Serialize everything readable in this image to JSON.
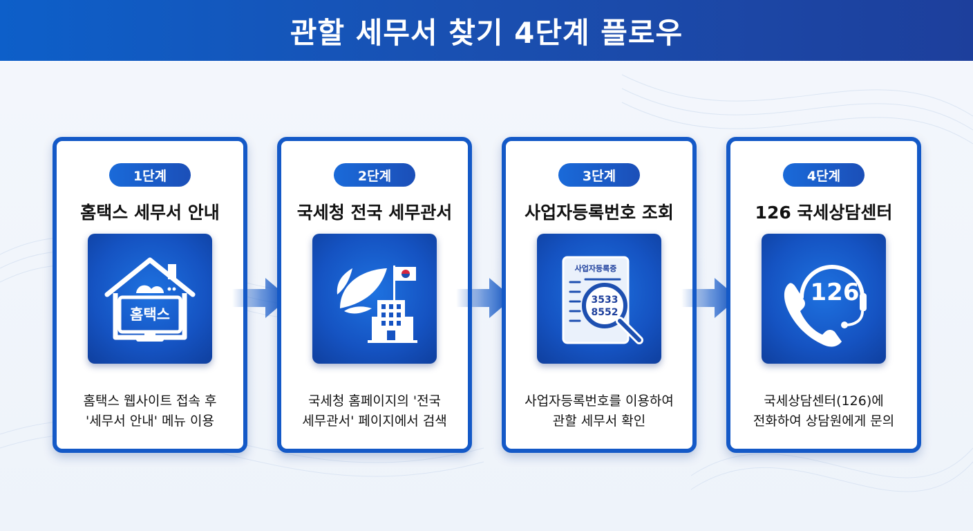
{
  "header": {
    "title": "관할 세무서 찾기 4단계 플로우"
  },
  "steps": [
    {
      "badge": "1단계",
      "title": "홈택스 세무서 안내",
      "icon_label": "홈택스",
      "icon": "hometax-house-monitor-icon",
      "desc_line1": "홈택스 웹사이트 접속 후",
      "desc_line2": "'세무서 안내' 메뉴 이용"
    },
    {
      "badge": "2단계",
      "title": "국세청 전국 세무관서",
      "icon": "nts-building-flag-icon",
      "desc_line1": "국세청 홈페이지의 '전국",
      "desc_line2": "세무관서' 페이지에서 검색"
    },
    {
      "badge": "3단계",
      "title": "사업자등록번호 조회",
      "icon_doc_title": "사업자등록증",
      "icon_num_line1": "3533",
      "icon_num_line2": "8552",
      "icon": "document-magnifier-icon",
      "desc_line1": "사업자등록번호를 이용하여",
      "desc_line2": "관할 세무서 확인"
    },
    {
      "badge": "4단계",
      "title": "126 국세상담센터",
      "icon_number": "126",
      "icon": "phone-headset-icon",
      "desc_line1": "국세상담센터(126)에",
      "desc_line2": "전화하여 상담원에게 문의"
    }
  ],
  "colors": {
    "primary": "#1459c7",
    "header_start": "#0d5fc9",
    "header_end": "#1d3f9c",
    "text": "#111111"
  }
}
